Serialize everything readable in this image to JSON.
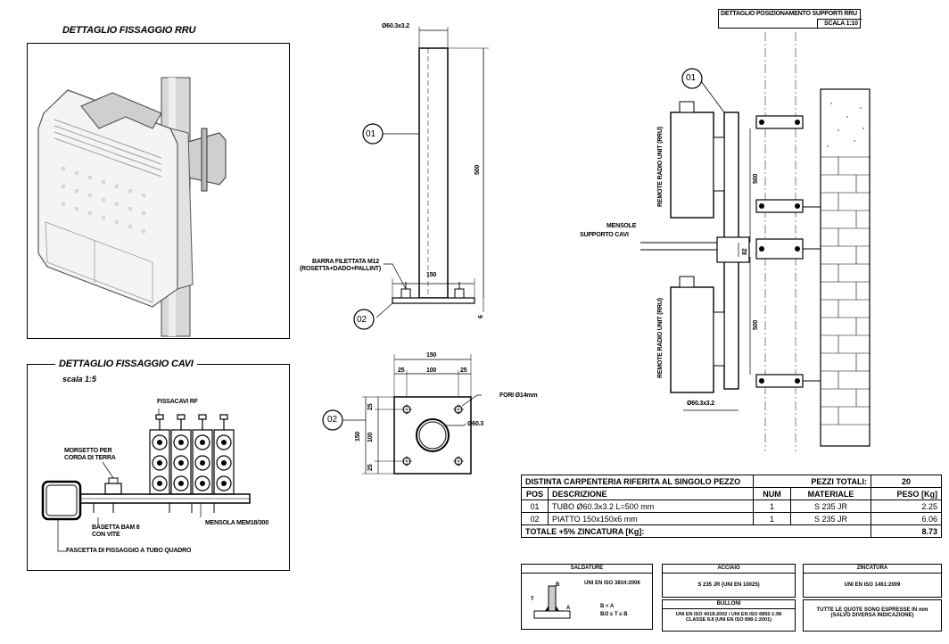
{
  "rru_detail": {
    "title": "DETTAGLIO FISSAGGIO RRU"
  },
  "cable_detail": {
    "title": "DETTAGLIO FISSAGGIO CAVI",
    "scale": "scala 1:5",
    "labels": {
      "fissacavi": "FISSACAVI RF",
      "morsetto_1": "MORSETTO PER",
      "morsetto_2": "CORDA DI TERRA",
      "basetta_1": "BASETTA BAM 8",
      "basetta_2": "CON VITE",
      "mensola": "MENSOLA MEM18/300",
      "fascetta": "FASCETTA DI FISSAGGIO A TUBO QUADRO"
    }
  },
  "pipe_elevation": {
    "diameter_label": "Ø60.3x3.2",
    "marker_01": "01",
    "marker_02": "02",
    "height_dim": "500",
    "plate_dim": "150",
    "thickness_dim": "6",
    "rod_label_1": "BARRA FILETTATA M12",
    "rod_label_2": "(ROSETTA+DADO+PALLINT)"
  },
  "plate_plan": {
    "marker": "02",
    "dim_total": "150",
    "dim_left": "25",
    "dim_mid": "100",
    "dim_right": "25",
    "holes_label": "FORI Ø14mm",
    "pipe_label": "Ø60.3",
    "v_dim_total": "150",
    "v_dim_top": "25",
    "v_dim_mid": "100",
    "v_dim_bot": "25"
  },
  "positioning_detail": {
    "title": "DETTAGLIO POSIZIONAMENTO SUPPORTI RRU",
    "scale": "SCALA 1:10",
    "marker": "01",
    "rru_label": "REMOTE RADIO UNIT (RRU)",
    "mensole_1": "MENSOLE",
    "mensole_2": "SUPPORTO CAVI",
    "dim_500_top": "500",
    "dim_500_bottom": "500",
    "dim_mid": "82",
    "pipe_label": "Ø60.3x3.2"
  },
  "bom": {
    "title": "DISTINTA CARPENTERIA RIFERITA AL SINGOLO PEZZO",
    "total_label": "PEZZI TOTALI:",
    "total_value": "20",
    "headers": {
      "pos": "POS",
      "desc": "DESCRIZIONE",
      "num": "NUM",
      "mat": "MATERIALE",
      "weight": "PESO [Kg]"
    },
    "rows": [
      {
        "pos": "01",
        "desc": "TUBO Ø60.3x3.2  L=500 mm",
        "num": "1",
        "mat": "S 235 JR",
        "weight": "2.25"
      },
      {
        "pos": "02",
        "desc": "PIATTO 150x150x6 mm",
        "num": "1",
        "mat": "S 235 JR",
        "weight": "6.06"
      }
    ],
    "footer_label": "TOTALE +5% ZINCATURA [Kg]:",
    "footer_value": "8.73"
  },
  "notes": {
    "saldature_title": "SALDATURE",
    "saldature_std": "UNI EN ISO 3834:2006",
    "saldature_f1": "B < A",
    "saldature_f2": "B/2 ≤ T ≤ B",
    "saldature_b": "B",
    "saldature_t": "T",
    "saldature_a": "A",
    "acciaio_title": "ACCIAIO",
    "acciaio_text": "S 235 JR (UNI EN 10025)",
    "bulloni_title": "BULLONI",
    "bulloni_1": "UNI EN ISO 4018:2002 / UNI EN ISO 6892-1:98",
    "bulloni_2": "CLASSE 8.8 (UNI EN ISO 898-1:2001)",
    "zincatura_title": "ZINCATURA",
    "zincatura_text": "UNI EN ISO 1461:2009",
    "quote_1": "TUTTE LE QUOTE SONO ESPRESSE IN mm",
    "quote_2": "(SALVO DIVERSA INDICAZIONE)"
  }
}
